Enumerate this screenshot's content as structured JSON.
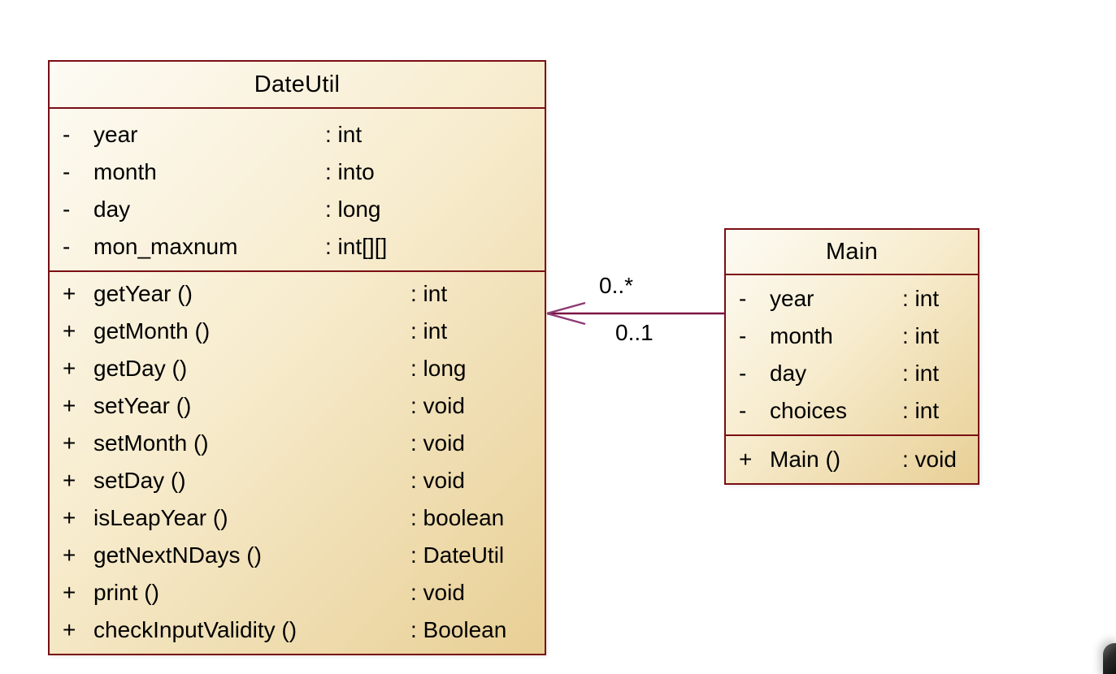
{
  "colors": {
    "border": "#7a0e13",
    "assoc": "#7c1143",
    "assoc_barb": "#8d3a72",
    "fill_light": "#fdfbf4",
    "fill_dark": "#e8cf95",
    "text": "#000000",
    "corner_dark": "#1a1a1a"
  },
  "classes": [
    {
      "name": "DateUtil",
      "attributes": [
        {
          "vis": "-",
          "name": "year",
          "type": ": int"
        },
        {
          "vis": "-",
          "name": "month",
          "type": ": into"
        },
        {
          "vis": "-",
          "name": "day",
          "type": ": long"
        },
        {
          "vis": "-",
          "name": "mon_maxnum",
          "type": ": int[][]"
        }
      ],
      "methods": [
        {
          "vis": "+",
          "name": "getYear ()",
          "type": ": int"
        },
        {
          "vis": "+",
          "name": "getMonth ()",
          "type": ": int"
        },
        {
          "vis": "+",
          "name": "getDay ()",
          "type": ": long"
        },
        {
          "vis": "+",
          "name": "setYear ()",
          "type": ": void"
        },
        {
          "vis": "+",
          "name": "setMonth ()",
          "type": ": void"
        },
        {
          "vis": "+",
          "name": "setDay ()",
          "type": ": void"
        },
        {
          "vis": "+",
          "name": "isLeapYear ()",
          "type": ": boolean"
        },
        {
          "vis": "+",
          "name": "getNextNDays ()",
          "type": ": DateUtil"
        },
        {
          "vis": "+",
          "name": "print ()",
          "type": ": void"
        },
        {
          "vis": "+",
          "name": "checkInputValidity ()",
          "type": ": Boolean"
        }
      ]
    },
    {
      "name": "Main",
      "attributes": [
        {
          "vis": "-",
          "name": "year",
          "type": ": int"
        },
        {
          "vis": "-",
          "name": "month",
          "type": ": int"
        },
        {
          "vis": "-",
          "name": "day",
          "type": ": int"
        },
        {
          "vis": "-",
          "name": "choices",
          "type": ": int"
        }
      ],
      "methods": [
        {
          "vis": "+",
          "name": "Main ()",
          "type": ": void"
        }
      ]
    }
  ],
  "association": {
    "multiplicity_top": "0..*",
    "multiplicity_bottom": "0..1",
    "arrowhead": "open-arrow-left"
  }
}
